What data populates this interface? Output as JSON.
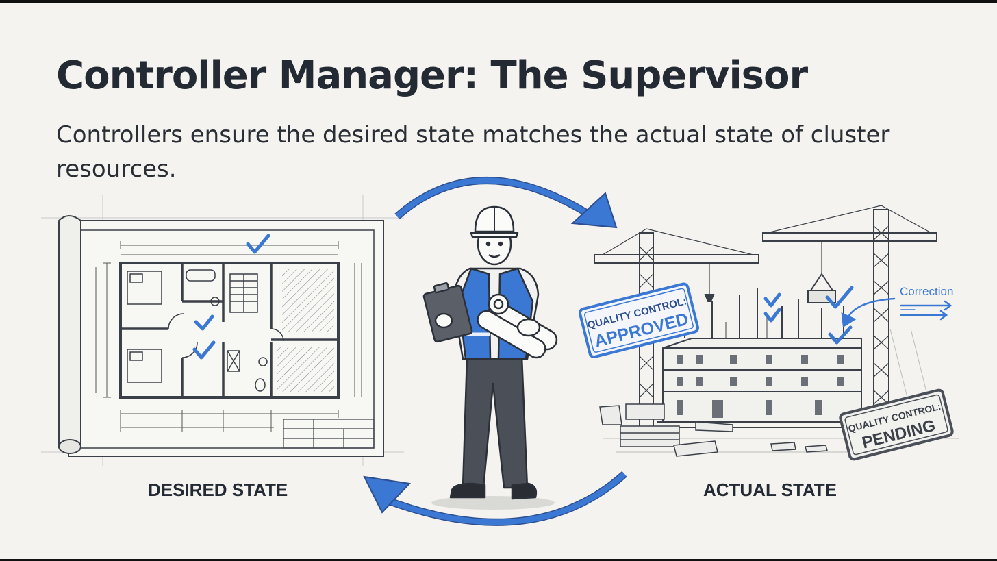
{
  "title": "Controller Manager: The Supervisor",
  "subtitle": "Controllers ensure the desired state matches the actual state of cluster resources.",
  "desired_label": "DESIRED STATE",
  "actual_label": "ACTUAL STATE",
  "stamp_approved": {
    "line1": "QUALITY CONTROL:",
    "line2": "APPROVED"
  },
  "stamp_pending": {
    "line1": "QUALITY CONTROL:",
    "line2": "PENDING"
  },
  "correction_label": "Correction",
  "colors": {
    "accent": "#3a78d4",
    "ink": "#3b4048",
    "text": "#232a33",
    "background": "#f4f3ef"
  }
}
